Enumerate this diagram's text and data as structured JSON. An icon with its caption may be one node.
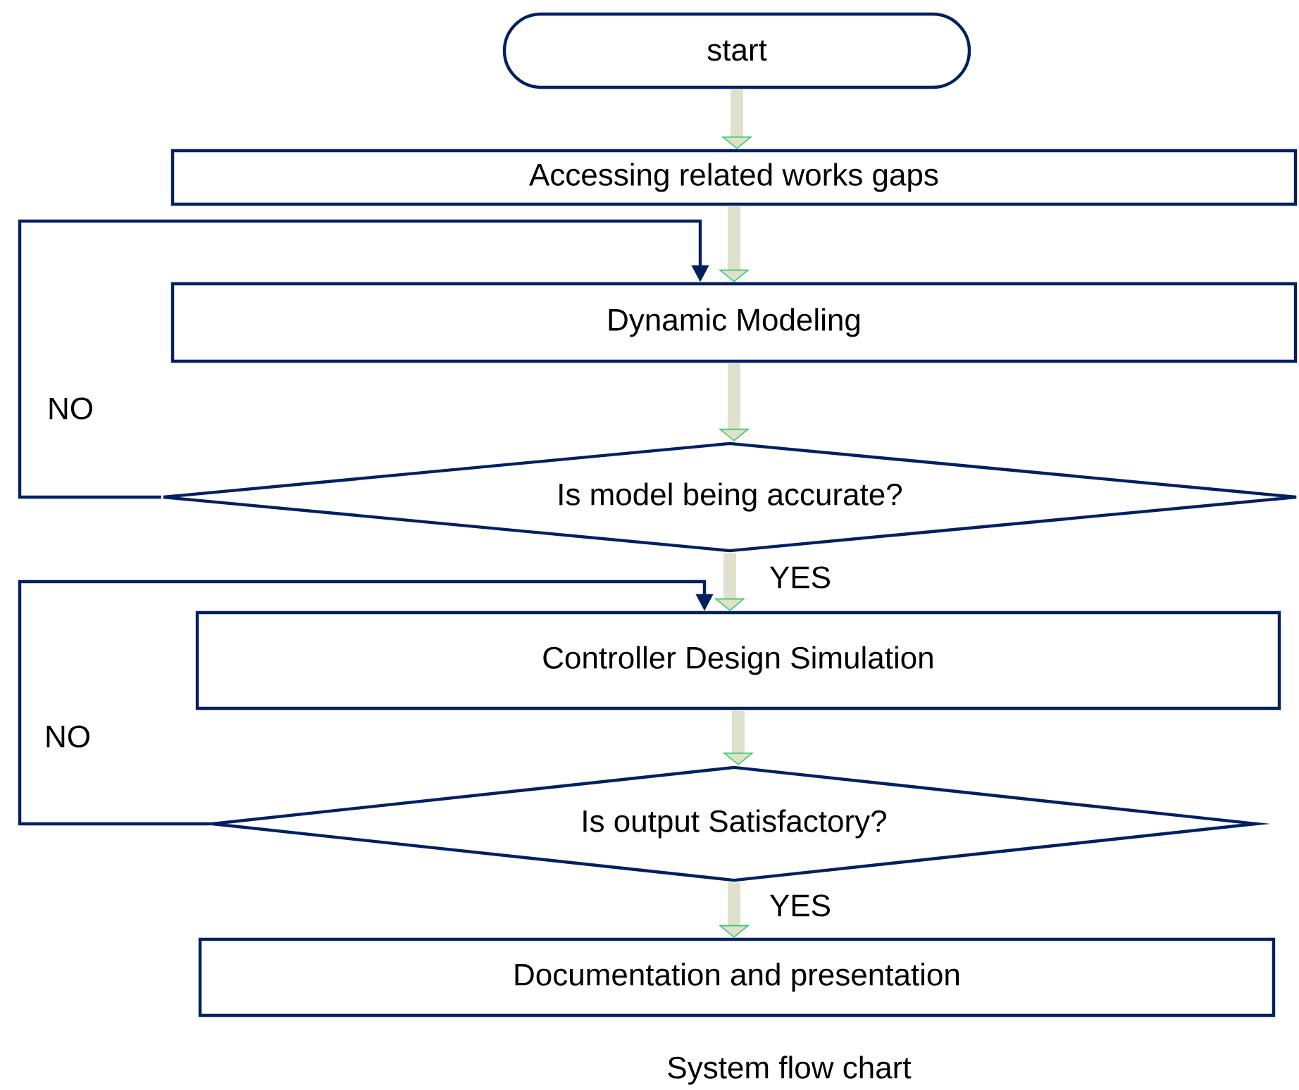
{
  "diagram": {
    "caption": "System  flow chart",
    "nodes": [
      {
        "text": [
          "start"
        ]
      },
      {
        "text": [
          "Accessing related works gaps"
        ]
      },
      {
        "text": [
          "Dynamic Modeling"
        ]
      },
      {
        "text": [
          "Is model being accurate?"
        ]
      },
      {
        "text": [
          "Controller Design Simulation"
        ]
      },
      {
        "text": [
          "Is output Satisfactory?"
        ]
      },
      {
        "text": [
          "Documentation and presentation"
        ]
      }
    ],
    "edges": [
      {
        "from": 0,
        "to": 1,
        "arrow": "to"
      },
      {
        "from": 1,
        "to": 2,
        "arrow": "to"
      },
      {
        "from": 2,
        "to": 3,
        "arrow": "to"
      },
      {
        "from": 3,
        "to": 4,
        "arrow": "to",
        "label": "YES"
      },
      {
        "from": 3,
        "to": 2,
        "arrow": "to",
        "color": "#002060",
        "label": "NO"
      },
      {
        "from": 4,
        "to": 5,
        "arrow": "to"
      },
      {
        "from": 5,
        "to": 6,
        "arrow": "to",
        "label": "YES"
      },
      {
        "from": 5,
        "to": 4,
        "arrow": "to",
        "color": "#002060",
        "label": "NO"
      }
    ]
  }
}
